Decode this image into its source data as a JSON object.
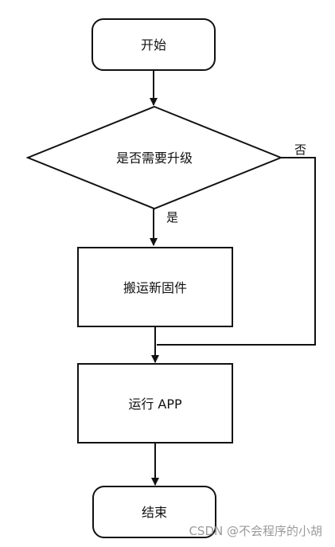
{
  "diagram": {
    "nodes": {
      "start": {
        "label": "开始"
      },
      "decision": {
        "label": "是否需要升级"
      },
      "move_firmware": {
        "label": "搬运新固件"
      },
      "run_app": {
        "label": "运行 APP"
      },
      "end": {
        "label": "结束"
      }
    },
    "edges": {
      "yes_label": "是",
      "no_label": "否"
    }
  },
  "watermark": "CSDN @不会程序的小胡",
  "colors": {
    "stroke": "#111111",
    "background": "#ffffff",
    "watermark": "#9a9a9a"
  }
}
